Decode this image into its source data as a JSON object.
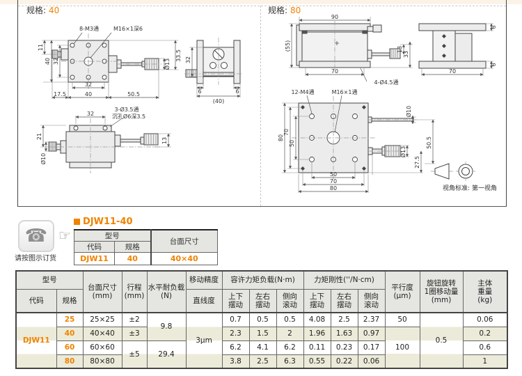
{
  "colors": {
    "accent": "#F08300",
    "row_alt": "#ECEAD9",
    "table_header": "#E5E5E1"
  },
  "drawings": {
    "spec40": {
      "label": "规格:",
      "value": "40",
      "plan": {
        "note_holes": "8-M3通",
        "note_center": "M16×1深6",
        "dim_11": "11",
        "dim_40_left": "40",
        "dim_32_left": "32",
        "dim_d13": "Ø13",
        "dim_33_5": "33.5",
        "dim_32_bottom": "32",
        "dim_17_5": "17.5",
        "dim_40_bottom": "40",
        "dim_50_5": "50.5"
      },
      "side": {
        "dim_32": "32",
        "dim_6_left": "6",
        "dim_6_right": "6",
        "dim_40": "(40)"
      },
      "bottom": {
        "dim_32": "32",
        "note_holes": "3-Ø3.5通",
        "note_cbore": "沉孔Ø6深3.5",
        "dim_21": "21",
        "dim_d10": "Ø10",
        "dim_13": "13"
      }
    },
    "spec80": {
      "label": "规格:",
      "value": "80",
      "front": {
        "dim_90": "90",
        "dim_55": "(55)",
        "dim_13": "13",
        "dim_33": "33",
        "dim_70": "70",
        "note_base": "4-Ø4.5通"
      },
      "side": {
        "dim_70": "70",
        "dim_6_top": "6",
        "dim_6_bottom": "6"
      },
      "plan": {
        "note_holes": "12-M4通",
        "note_center": "M16×1通",
        "dim_80_left": "80",
        "dim_70_left": "70",
        "dim_50_left": "50",
        "dim_50_bottom": "50",
        "dim_70_bottom": "70",
        "dim_80_bottom": "80",
        "dim_d10": "Ø10",
        "dim_d13": "Ø13",
        "dim_27_5": "27.5",
        "dim_50_5": "50.5"
      },
      "view_note": "视角标准: 第一视角"
    }
  },
  "order": {
    "caption": "请按图示订货",
    "title": "DJW11-40",
    "table": {
      "h_model": "型号",
      "h_size": "台面尺寸",
      "h_code": "代码",
      "h_spec": "规格",
      "code": "DJW11",
      "spec": "40",
      "size": "40×40"
    }
  },
  "main_table": {
    "h": {
      "model": "型号",
      "code": "代码",
      "spec": "规格",
      "table_size_1": "台面尺寸",
      "table_size_2": "(mm)",
      "travel_1": "行程",
      "travel_2": "(mm)",
      "load_1": "水平耐负载",
      "load_2": "(N)",
      "accuracy": "移动精度",
      "straightness": "直线度",
      "moment_load": "容许力矩负载(N·m)",
      "stiffness": "力矩刚性(''/N·cm)",
      "pitch_1": "上下",
      "pitch_2": "摆动",
      "yaw_1": "左右",
      "yaw_2": "摆动",
      "roll_1": "侧向",
      "roll_2": "滚动",
      "parallel_1": "平行度",
      "parallel_2": "(μm)",
      "knob_1": "旋钮旋转",
      "knob_2": "1圈移动量",
      "knob_3": "(mm)",
      "weight_1": "主体",
      "weight_2": "重量",
      "weight_3": "(kg)"
    },
    "code": "DJW11",
    "straightness_value": "3μm",
    "knob_value": "0.5",
    "load_25_40": "9.8",
    "travel_60_80": "±5",
    "load_60_80": "29.4",
    "parallel_40_80": "100",
    "rows": [
      {
        "spec": "25",
        "size": "25×25",
        "travel": "±2",
        "ml_p": "0.7",
        "ml_y": "0.5",
        "ml_r": "0.5",
        "st_p": "4.08",
        "st_y": "2.5",
        "st_r": "2.37",
        "parallel": "50",
        "weight": "0.06"
      },
      {
        "spec": "40",
        "size": "40×40",
        "travel": "±3",
        "ml_p": "2.3",
        "ml_y": "1.5",
        "ml_r": "2",
        "st_p": "1.96",
        "st_y": "1.63",
        "st_r": "0.97",
        "weight": "0.2"
      },
      {
        "spec": "60",
        "size": "60×60",
        "ml_p": "6.2",
        "ml_y": "4.1",
        "ml_r": "6.2",
        "st_p": "0.11",
        "st_y": "0.23",
        "st_r": "0.17",
        "weight": "0.6"
      },
      {
        "spec": "80",
        "size": "80×80",
        "ml_p": "3.8",
        "ml_y": "2.5",
        "ml_r": "6.3",
        "st_p": "0.55",
        "st_y": "0.22",
        "st_r": "0.06",
        "weight": "1"
      }
    ]
  }
}
